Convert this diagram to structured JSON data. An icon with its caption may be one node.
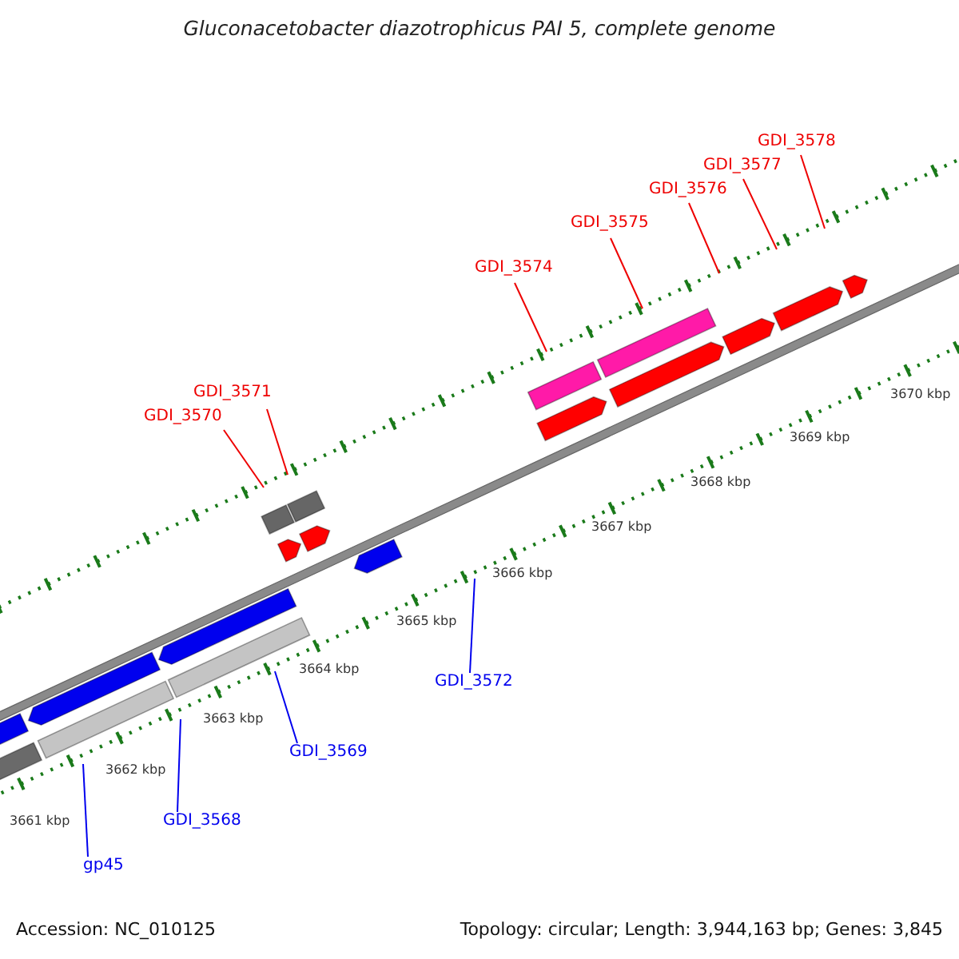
{
  "diagram": {
    "title": "Gluconacetobacter diazotrophicus PAI 5, complete genome",
    "nodes": [
      {
        "text": [
          "GDI_3571"
        ]
      },
      {
        "text": [
          "GDI_3570"
        ]
      },
      {
        "text": [
          "GDI_3578"
        ]
      },
      {
        "text": [
          "GDI_3577"
        ]
      },
      {
        "text": [
          "GDI_3576"
        ]
      },
      {
        "text": [
          "GDI_3575"
        ]
      },
      {
        "text": [
          "GDI_3574"
        ]
      },
      {
        "text": [
          "GDI_3572"
        ]
      },
      {
        "text": [
          "GDI_3569"
        ]
      },
      {
        "text": [
          "GDI_3568"
        ]
      },
      {
        "text": [
          "gp45"
        ]
      }
    ],
    "edges": [
      {
        "from": 0,
        "to": null,
        "arrow": "none"
      },
      {
        "from": 1,
        "to": null,
        "arrow": "none"
      },
      {
        "from": 2,
        "to": null,
        "arrow": "none"
      },
      {
        "from": 3,
        "to": null,
        "arrow": "none"
      },
      {
        "from": 4,
        "to": null,
        "arrow": "none"
      },
      {
        "from": 5,
        "to": null,
        "arrow": "none"
      },
      {
        "from": 6,
        "to": null,
        "arrow": "none"
      },
      {
        "from": 7,
        "to": null,
        "arrow": "none",
        "color": "#0000ee"
      },
      {
        "from": 8,
        "to": null,
        "arrow": "none",
        "color": "#0000ee"
      },
      {
        "from": 9,
        "to": null,
        "arrow": "none",
        "color": "#0000ee"
      },
      {
        "from": 10,
        "to": null,
        "arrow": "none",
        "color": "#0000ee"
      }
    ],
    "labels": [
      "3670 kbp",
      "3669 kbp",
      "3668 kbp",
      "3667 kbp",
      "3666 kbp",
      "3665 kbp",
      "3664 kbp",
      "3663 kbp",
      "3662 kbp",
      "3661 kbp",
      "Accession: NC_010125",
      "Topology: circular; Length: 3,944,163 bp; Genes: 3,845"
    ]
  }
}
